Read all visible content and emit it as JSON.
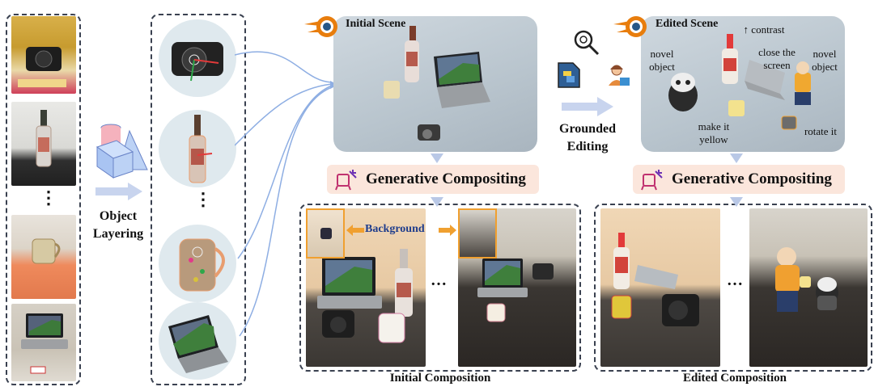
{
  "left_column": {
    "ellipsis": "⋮"
  },
  "object_layering": {
    "label_line1": "Object",
    "label_line2": "Layering"
  },
  "initial_scene": {
    "title": "Initial Scene"
  },
  "edited_scene": {
    "title": "Edited Scene",
    "annotations": {
      "contrast": "↑ contrast",
      "novel_object_left_1": "novel",
      "novel_object_left_2": "object",
      "close_screen_1": "close the",
      "close_screen_2": "screen",
      "novel_object_right_1": "novel",
      "novel_object_right_2": "object",
      "make_yellow_1": "make it",
      "make_yellow_2": "yellow",
      "rotate_it": "rotate it"
    }
  },
  "grounded_editing": {
    "line1": "Grounded",
    "line2": "Editing"
  },
  "generative_compositing": {
    "left_label": "Generative Compositing",
    "right_label": "Generative Compositing"
  },
  "initial_composition": {
    "background_label": "Background",
    "ellipsis": "…",
    "caption": "Initial Composition"
  },
  "edited_composition": {
    "ellipsis": "…",
    "caption": "Edited Composition"
  },
  "colors": {
    "accent_blue": "#1f3d8c",
    "arrow_orange": "#f0a030",
    "arrow_light_blue": "#b9c8e6",
    "compositing_bg": "#fbe6dc"
  }
}
